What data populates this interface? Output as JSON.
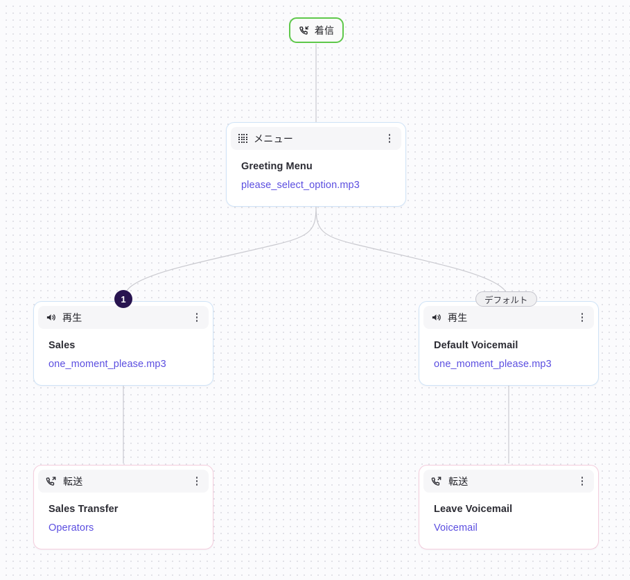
{
  "canvas": {
    "background_color": "#fbfbfd",
    "dot_color": "#d8d8e0"
  },
  "trigger": {
    "label": "着信",
    "icon": "phone-incoming-icon",
    "border_color": "#5ec84a"
  },
  "nodes": [
    {
      "id": "greeting-menu",
      "kind": "menu",
      "header_label": "メニュー",
      "header_icon": "grid-dots-icon",
      "title": "Greeting Menu",
      "link": "please_select_option.mp3",
      "border_color": "#cfe3f7"
    },
    {
      "id": "sales-play",
      "kind": "play",
      "header_label": "再生",
      "header_icon": "speaker-icon",
      "title": "Sales",
      "link": "one_moment_please.mp3",
      "border_color": "#cfe3f7",
      "badge": "1"
    },
    {
      "id": "default-voicemail-play",
      "kind": "play",
      "header_label": "再生",
      "header_icon": "speaker-icon",
      "title": "Default Voicemail",
      "link": "one_moment_please.mp3",
      "border_color": "#cfe3f7",
      "badge": "デフォルト"
    },
    {
      "id": "sales-transfer",
      "kind": "transfer",
      "header_label": "転送",
      "header_icon": "phone-forward-icon",
      "title": "Sales Transfer",
      "link": "Operators",
      "border_color": "#f4cddd"
    },
    {
      "id": "leave-voicemail-transfer",
      "kind": "transfer",
      "header_label": "転送",
      "header_icon": "phone-forward-icon",
      "title": "Leave Voicemail",
      "link": "Voicemail",
      "border_color": "#f4cddd"
    }
  ],
  "badges": {
    "sales_option": "1",
    "default_option": "デフォルト"
  },
  "link_color": "#5b4ee0",
  "edge_color": "#c9c9cf"
}
